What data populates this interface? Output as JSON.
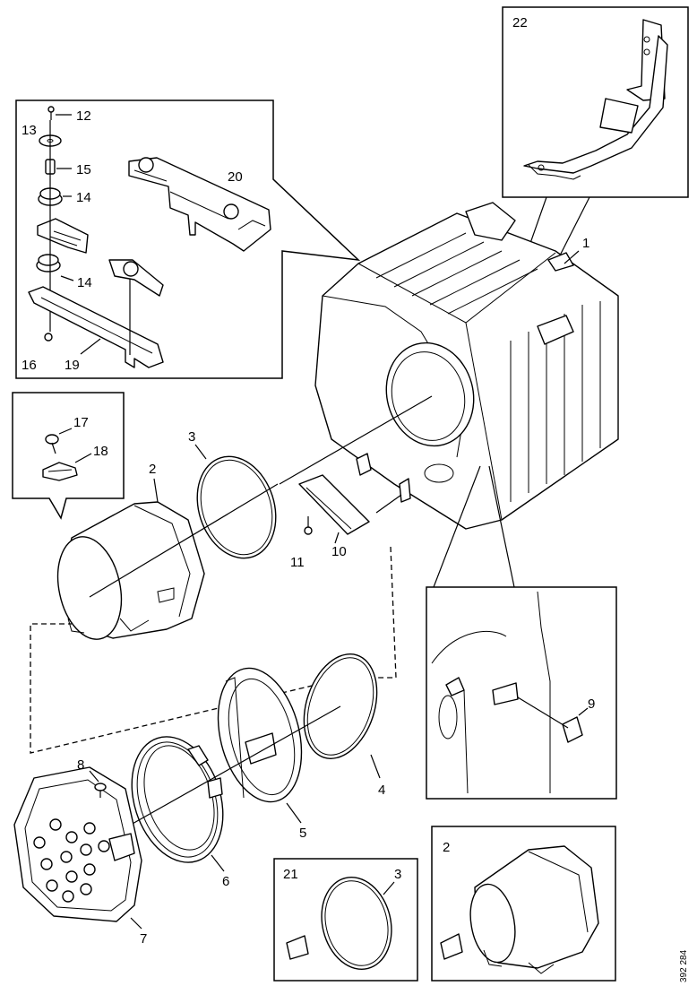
{
  "labels": {
    "l1": "1",
    "l2": "2",
    "l3": "3",
    "l4": "4",
    "l5": "5",
    "l6": "6",
    "l7": "7",
    "l8": "8",
    "l9": "9",
    "l10": "10",
    "l11": "11",
    "l12": "12",
    "l13": "13",
    "l14a": "14",
    "l14b": "14",
    "l15": "15",
    "l16": "16",
    "l17": "17",
    "l18": "18",
    "l19": "19",
    "l20": "20",
    "l21": "21",
    "l22": "22",
    "l2b": "2",
    "l3b": "3"
  },
  "reference": "392 284"
}
